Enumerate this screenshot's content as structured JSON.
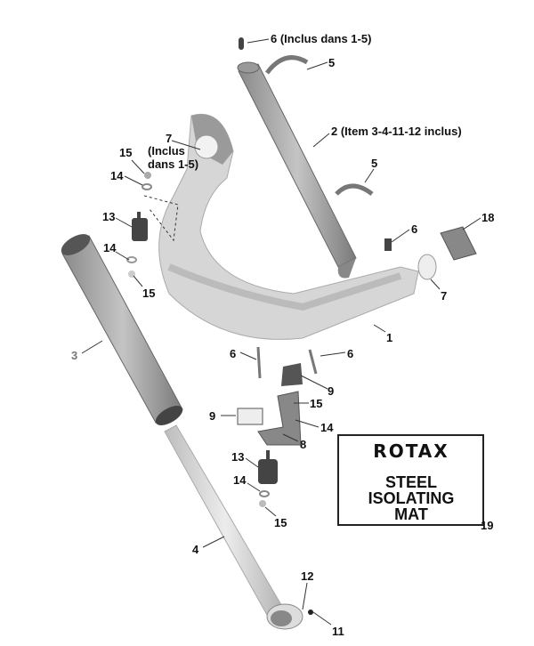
{
  "labels": {
    "l6_top": "6 (Inclus dans 1-5)",
    "l5_top": "5",
    "l2": "2 (Item 3-4-11-12 inclus)",
    "l7_top": "7",
    "l7_note1": "(Inclus",
    "l7_note2": "dans 1-5)",
    "l15_a": "15",
    "l14_a": "14",
    "l13_a": "13",
    "l5_mid": "5",
    "l6_right": "6",
    "l18": "18",
    "l14_b": "14",
    "l15_b": "15",
    "l7_right": "7",
    "l1": "1",
    "l3": "3",
    "l6_left": "6",
    "l6_mid": "6",
    "l9_a": "9",
    "l15_c": "15",
    "l9_b": "9",
    "l14_c": "14",
    "l8": "8",
    "l13_b": "13",
    "l14_d": "14",
    "l15_d": "15",
    "l19": "19",
    "l4": "4",
    "l12": "12",
    "l11": "11"
  },
  "mat": {
    "brand": "ROTAX",
    "line1": "STEEL",
    "line2": "ISOLATING",
    "line3": "MAT"
  }
}
